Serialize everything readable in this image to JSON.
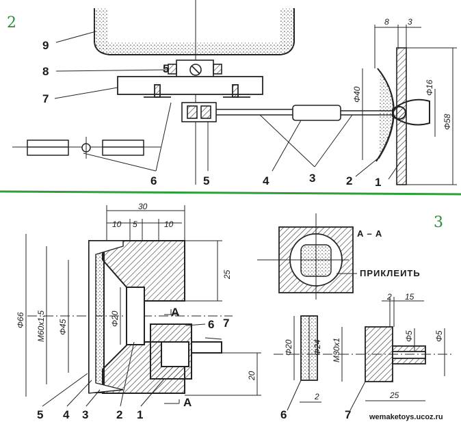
{
  "figure2": {
    "fig_number": "2",
    "callouts": [
      "9",
      "8",
      "7",
      "6",
      "5",
      "5",
      "4",
      "3",
      "2",
      "1"
    ],
    "dims": [
      "8",
      "3",
      "Φ40",
      "Φ16",
      "Φ58"
    ]
  },
  "figure3": {
    "fig_number": "3",
    "dims_left": [
      "30",
      "10",
      "5",
      "10",
      "25",
      "Φ66",
      "M60x1,5",
      "Φ45",
      "Φ20",
      "20"
    ],
    "callouts_left": [
      "A",
      "6",
      "7",
      "5",
      "4",
      "3",
      "2",
      "1",
      "A"
    ],
    "section_title": "A – A",
    "glue_note": "ПРИКЛЕИТЬ",
    "dims_right": [
      "2",
      "15",
      "Φ5",
      "Φ5",
      "Φ20",
      "Φ24",
      "M30x1",
      "2",
      "25"
    ],
    "callouts_right": [
      "6",
      "7"
    ]
  },
  "watermark": "wemaketoys.ucoz.ru",
  "colors": {
    "ink": "#1a1a1a",
    "divider": "#2e9e3a",
    "hatch": "#333333"
  }
}
